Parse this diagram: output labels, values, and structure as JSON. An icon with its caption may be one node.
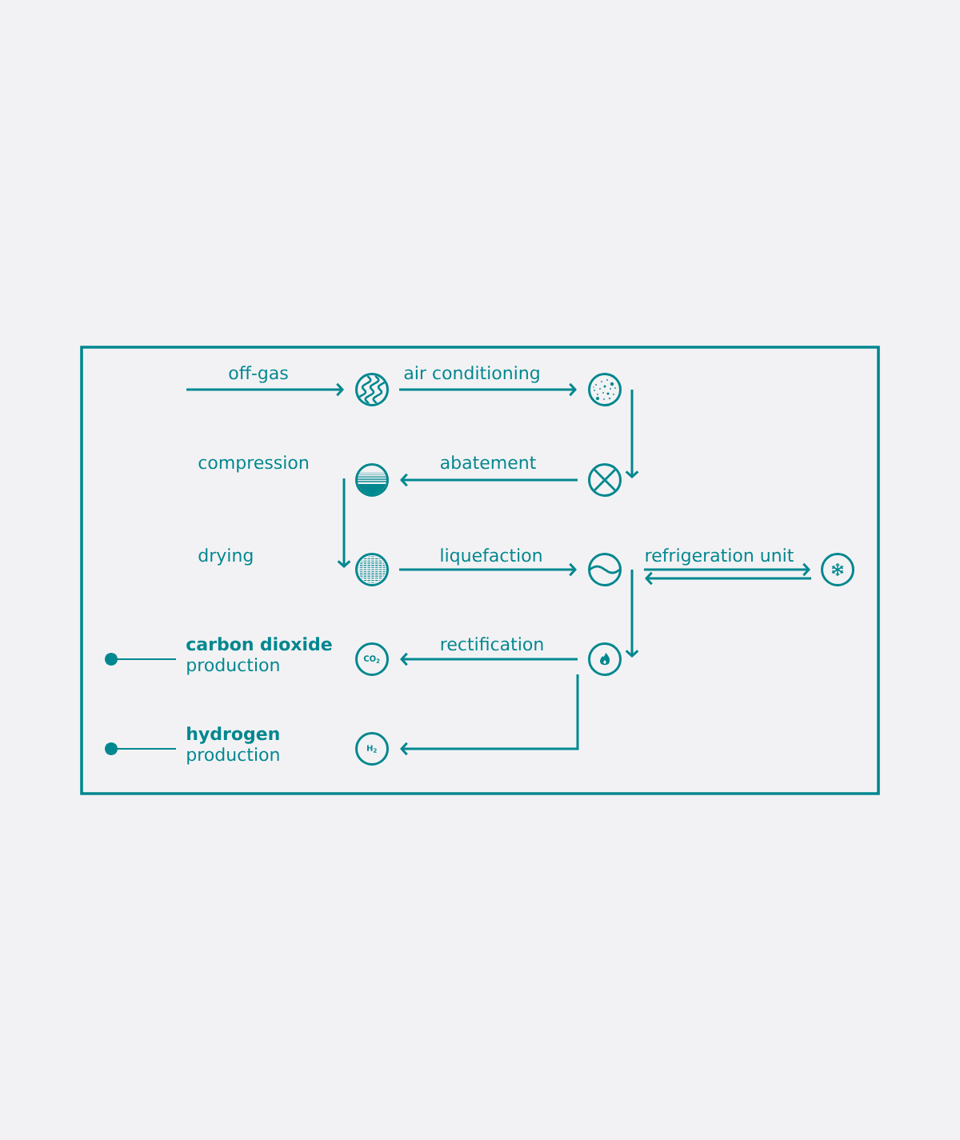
{
  "diagram": {
    "nodes": [
      {
        "text": [],
        "shape": "circle"
      },
      {
        "text": [],
        "shape": "circle"
      },
      {
        "text": [],
        "shape": "circle"
      },
      {
        "text": [],
        "shape": "circle"
      },
      {
        "text": [],
        "shape": "circle"
      },
      {
        "text": [],
        "shape": "circle"
      },
      {
        "text": [],
        "shape": "circle"
      },
      {
        "text": [
          "CO$_{2}$"
        ]
      },
      {
        "text": [],
        "shape": "circle"
      },
      {
        "text": [
          "H$_{2}$"
        ]
      }
    ],
    "edges": [
      {
        "from": null,
        "to": 0,
        "arrow": "to",
        "label": "off-gas"
      },
      {
        "from": 0,
        "to": 1,
        "arrow": "to",
        "label": "air conditioning"
      },
      {
        "from": 1,
        "to": 3,
        "arrow": "to"
      },
      {
        "from": 3,
        "to": 2,
        "arrow": "to",
        "label": "abatement"
      },
      {
        "from": 2,
        "to": 4,
        "arrow": "to"
      },
      {
        "from": 4,
        "to": 5,
        "arrow": "to",
        "label": "liquefaction"
      },
      {
        "from": 5,
        "to": 6,
        "arrow": "to",
        "label": "refrigeration unit"
      },
      {
        "from": 6,
        "to": 5,
        "arrow": "to"
      },
      {
        "from": 5,
        "to": 8,
        "arrow": "to"
      },
      {
        "from": 8,
        "to": 7,
        "arrow": "to",
        "label": "rectification"
      },
      {
        "from": 8,
        "to": 9,
        "arrow": "to"
      }
    ],
    "labels": [
      "compression",
      "drying",
      "**carbon dioxide** production",
      "**hydrogen** production"
    ]
  }
}
